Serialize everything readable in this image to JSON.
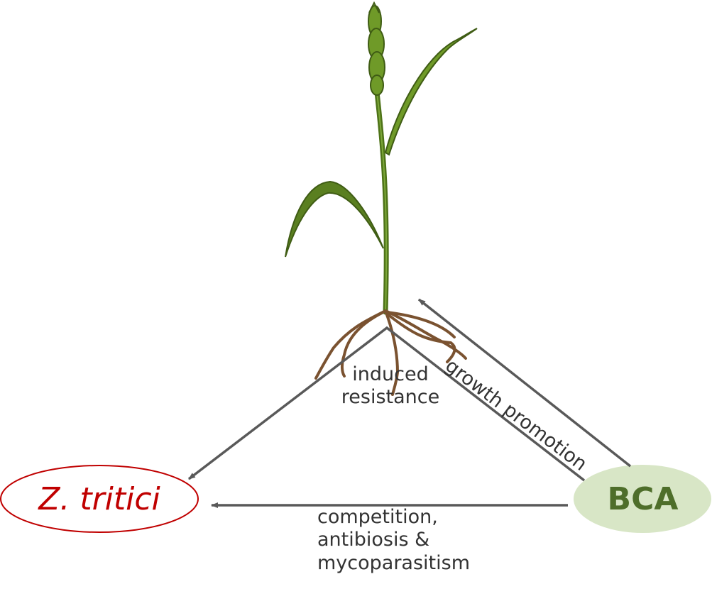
{
  "nodes": {
    "pathogen": "Z. tritici",
    "agent": "BCA"
  },
  "edges": {
    "induced_resistance": [
      "induced",
      "resistance"
    ],
    "growth_promotion": "growth promotion",
    "competition": [
      "competition,",
      "antibiosis &",
      "mycoparasitism"
    ]
  },
  "colors": {
    "pathogen": "#c00000",
    "agent_text": "#4e6e2a",
    "agent_fill": "#d8e6c6",
    "arrow": "#595959",
    "leaf": "#5a7f20",
    "root": "#7a5230"
  },
  "icons": {
    "plant": "wheat-plant-icon"
  }
}
